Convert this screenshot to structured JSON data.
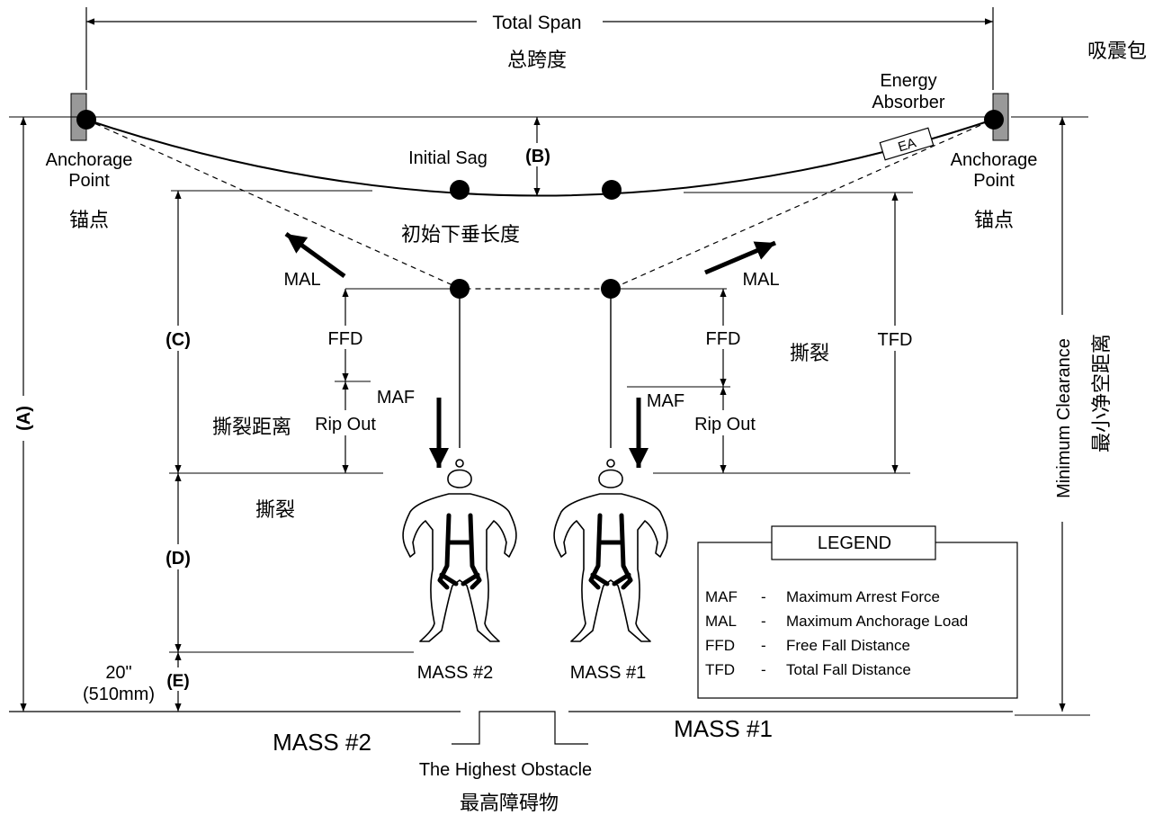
{
  "diagram": {
    "total_span": "Total Span",
    "total_span_cn": "总跨度",
    "energy_absorber_cn": "吸震包",
    "energy_absorber_1": "Energy",
    "energy_absorber_2": "Absorber",
    "ea_tag": "EA",
    "anchor_left_1": "Anchorage",
    "anchor_left_2": "Point",
    "anchor_left_cn": "锚点",
    "anchor_right_1": "Anchorage",
    "anchor_right_2": "Point",
    "anchor_right_cn": "锚点",
    "initial_sag": "Initial Sag",
    "initial_sag_cn": "初始下垂长度",
    "dim_a": "(A)",
    "dim_b": "(B)",
    "dim_c": "(C)",
    "dim_d": "(D)",
    "dim_e": "(E)",
    "mal_left": "MAL",
    "mal_right": "MAL",
    "ffd_left": "FFD",
    "ffd_right": "FFD",
    "maf_left": "MAF",
    "maf_right": "MAF",
    "ripout_left": "Rip Out",
    "ripout_right": "Rip Out",
    "rip_distance_cn": "撕裂距离",
    "rip_left_cn": "撕裂",
    "rip_right_cn": "撕裂",
    "tfd": "TFD",
    "min_clearance": "Minimum Clearance",
    "min_clearance_cn": "最小净空距离",
    "clearance_in": "20\"",
    "clearance_mm": "(510mm)",
    "mass2_label": "MASS #2",
    "mass1_label": "MASS #1",
    "mass2_ground": "MASS #2",
    "mass1_ground": "MASS #1",
    "obstacle": "The Highest Obstacle",
    "obstacle_cn": "最高障碍物"
  },
  "legend": {
    "title": "LEGEND",
    "rows": [
      {
        "abbr": "MAF",
        "sep": "-",
        "desc": "Maximum Arrest Force"
      },
      {
        "abbr": "MAL",
        "sep": "-",
        "desc": "Maximum Anchorage Load"
      },
      {
        "abbr": "FFD",
        "sep": "-",
        "desc": "Free Fall Distance"
      },
      {
        "abbr": "TFD",
        "sep": "-",
        "desc": "Total Fall Distance"
      }
    ]
  }
}
